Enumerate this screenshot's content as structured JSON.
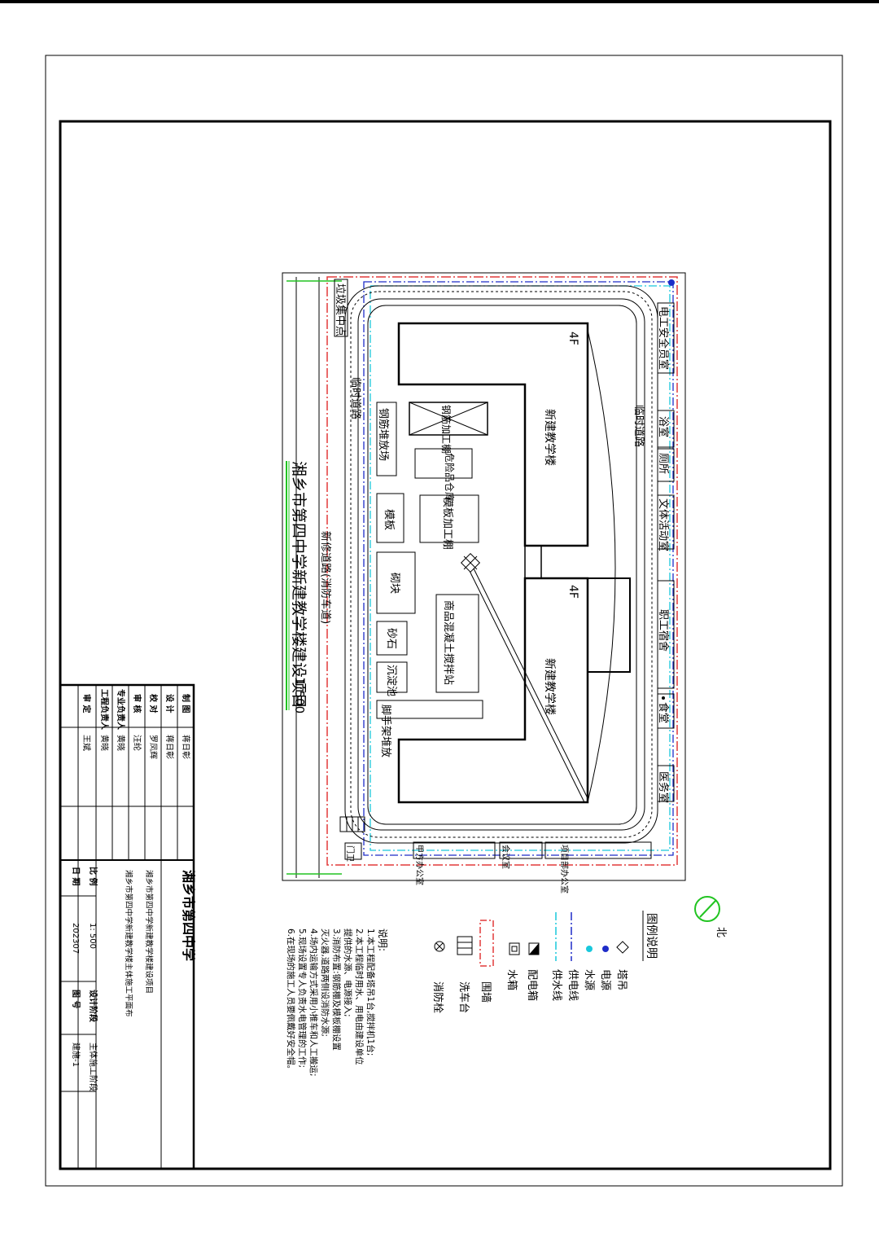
{
  "project": {
    "title": "湘乡市第四中学新建教学楼建设项目",
    "scale_label": "1:500",
    "north_label": "北"
  },
  "labels": {
    "garbage_point": "垃圾集中点",
    "electric_office": "电工安全员室",
    "temp_road_top": "临时道路",
    "temp_road_left": "临时道路",
    "rebar_yard": "钢筋堆放场",
    "rebar_shed": "钢筋加工棚",
    "hazardous_storage": "危险品仓库",
    "formwork_yard": "模板",
    "formwork_shed": "模板加工棚",
    "block_yard": "砌块",
    "sand_stone": "砂石",
    "water_pool": "沉淀池",
    "concrete_station": "商品混凝土搅拌站",
    "scaffold_yard": "脚手架堆放",
    "new_building_upper": "新建教学楼",
    "new_building_lower": "新建教学楼",
    "floors_upper": "4F",
    "floors_lower": "4F",
    "new_road": "新修道路(消防车道)",
    "bath": "浴室",
    "toilet": "厕所",
    "culture_room": "文体活动室",
    "staff_dorm": "职工宿舍",
    "canteen": "食堂",
    "clinic": "医务室",
    "owner_office": "甲方办公室",
    "meeting_room": "会议室",
    "pm_office": "项目部办公室",
    "gate": "门卫"
  },
  "legend": {
    "title": "图例说明",
    "items": [
      {
        "symbol": "tower-crane",
        "label": "塔吊"
      },
      {
        "symbol": "power-source",
        "label": "电源"
      },
      {
        "symbol": "water-source",
        "label": "水源"
      },
      {
        "symbol": "power-line",
        "label": "供电线"
      },
      {
        "symbol": "water-line",
        "label": "供水线"
      },
      {
        "symbol": "distribution-box",
        "label": "配电箱"
      },
      {
        "symbol": "water-box",
        "label": "水箱"
      },
      {
        "symbol": "fence",
        "label": "围墙"
      },
      {
        "symbol": "wash-station",
        "label": "洗车台"
      },
      {
        "symbol": "hydrant",
        "label": "消防栓"
      }
    ]
  },
  "notes": {
    "heading": "说明:",
    "lines": [
      "1.本工程配备塔吊1台,搅拌机1台;",
      "2.本工程临时用水、用电由建设单位",
      "  提供的水源、电源接入;",
      "3.消防布置:钢筋棚及模板棚设置",
      "  灭火器,道路两侧设消防水源;",
      "4.场内运输方式采用小推车和人工搬运;",
      "5.现场设置专人负责水电管理的工作;",
      "6.在现场的施工人员要佩戴好安全帽。"
    ]
  },
  "title_block": {
    "school": "湘乡市第四中学",
    "project": "湘乡市第四中学新建教学楼建设项目",
    "drawing_name": "湘乡市第四中学新建教学楼主体施工平面布",
    "scale_label": "比 例",
    "scale_value": "1: 500",
    "date_label": "日 期",
    "date_value": "202307",
    "stage_label": "设计阶段",
    "stage_value": "主体施工阶段",
    "number_label": "图 号",
    "number_value": "建施-1",
    "roles": [
      {
        "role": "制 图",
        "name": "蒋日彰"
      },
      {
        "role": "设 计",
        "name": "蒋日彰"
      },
      {
        "role": "校 对",
        "name": "罗凤辉"
      },
      {
        "role": "审 核",
        "name": "汪纶"
      },
      {
        "role": "专业负责人",
        "name": "黄晓"
      },
      {
        "role": "工程负责人",
        "name": "黄晓"
      },
      {
        "role": "审 定",
        "name": "王斌"
      }
    ]
  },
  "colors": {
    "ink": "#000000",
    "fence": "#e23a3a",
    "water_line": "#19c8dc",
    "power_line": "#1e2cc8",
    "project_title": "#000000",
    "underline": "#22c422",
    "north_arrow": "#22c422"
  }
}
